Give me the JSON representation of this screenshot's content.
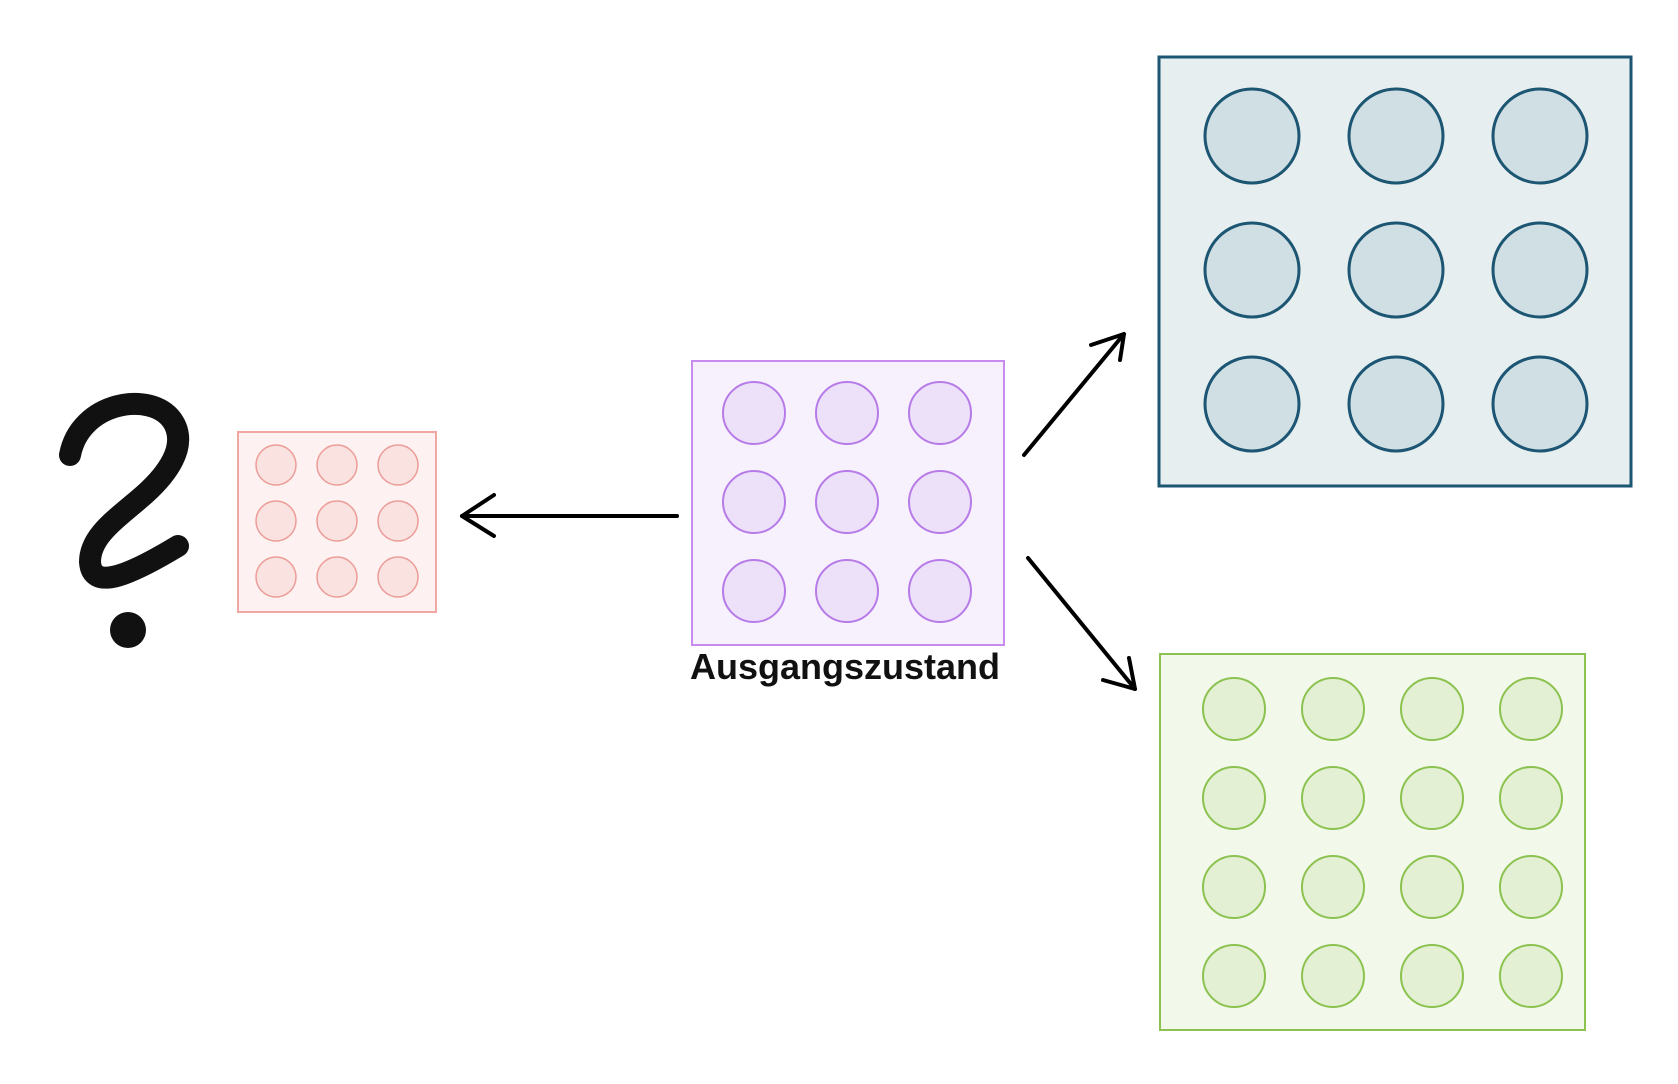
{
  "diagram": {
    "label_initial_state": "Ausgangszustand",
    "question_mark": "?",
    "boxes": {
      "center": {
        "rows": 3,
        "cols": 3,
        "fill": "#f7f0fd",
        "stroke": "#c78cee",
        "circle_fill": "#ede1fa",
        "circle_stroke": "#b77be8"
      },
      "left": {
        "rows": 3,
        "cols": 3,
        "fill": "#fdf2f1",
        "stroke": "#f0a7a3",
        "circle_fill": "#f9e2e0",
        "circle_stroke": "#ec9c98"
      },
      "top_right": {
        "rows": 3,
        "cols": 3,
        "fill": "#e6eef0",
        "stroke": "#1c5672",
        "circle_fill": "#cfdfe3",
        "circle_stroke": "#1c5672"
      },
      "bottom_right": {
        "rows": 4,
        "cols": 4,
        "fill": "#f2f8ea",
        "stroke": "#8cc250",
        "circle_fill": "#e3f0d4",
        "circle_stroke": "#8cc250"
      }
    }
  }
}
